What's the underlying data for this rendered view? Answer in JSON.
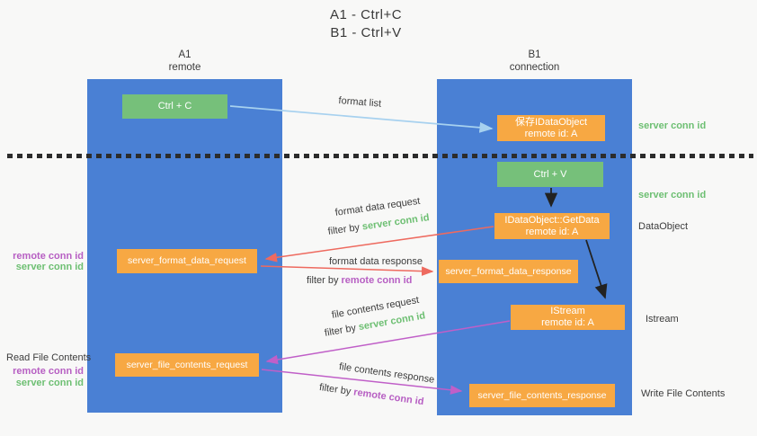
{
  "title": {
    "line1": "A1 - Ctrl+C",
    "line2": "B1 - Ctrl+V"
  },
  "lifelines": {
    "left": {
      "name": "A1",
      "role": "remote"
    },
    "right": {
      "name": "B1",
      "role": "connection"
    }
  },
  "nodes": {
    "ctrl_c": "Ctrl + C",
    "ctrl_v": "Ctrl + V",
    "save_dataobject": {
      "line1": "保存IDataObject",
      "line2": "remote id: A"
    },
    "getdata": {
      "line1": "IDataObject::GetData",
      "line2": "remote id: A"
    },
    "istream": {
      "line1": "IStream",
      "line2": "remote id: A"
    },
    "format_request": "server_format_data_request",
    "format_response": "server_format_data_response",
    "file_request": "server_file_contents_request",
    "file_response": "server_file_contents_response"
  },
  "arrow_labels": {
    "format_list": "format list",
    "format_data_request": "format data request",
    "format_data_response": "format data response",
    "file_contents_request": "file contents request",
    "file_contents_response": "file contents response",
    "filter_by": "filter by ",
    "server_conn_id": "server conn id",
    "remote_conn_id": "remote conn id"
  },
  "side_labels": {
    "server_conn_top": "server conn id",
    "server_conn_mid": "server conn id",
    "dataobject": "DataObject",
    "istream": "Istream",
    "write_file_contents": "Write File Contents",
    "read_file_contents": "Read File Contents",
    "remote_conn_left_top": "remote conn id",
    "server_conn_left_top": "server conn id",
    "remote_conn_left_bottom": "remote conn id",
    "server_conn_left_bottom": "server conn id"
  },
  "colors": {
    "column_blue": "#4a80d4",
    "green_box": "#76c07a",
    "orange_box": "#f7a843",
    "arrow_lightblue": "#a7d1ef",
    "arrow_red": "#ee6a5f",
    "arrow_magenta": "#c05fc8",
    "arrow_black": "#222222",
    "label_green": "#6dbf72",
    "label_magenta": "#b75fc3",
    "text_dark": "#3c3c3c"
  }
}
